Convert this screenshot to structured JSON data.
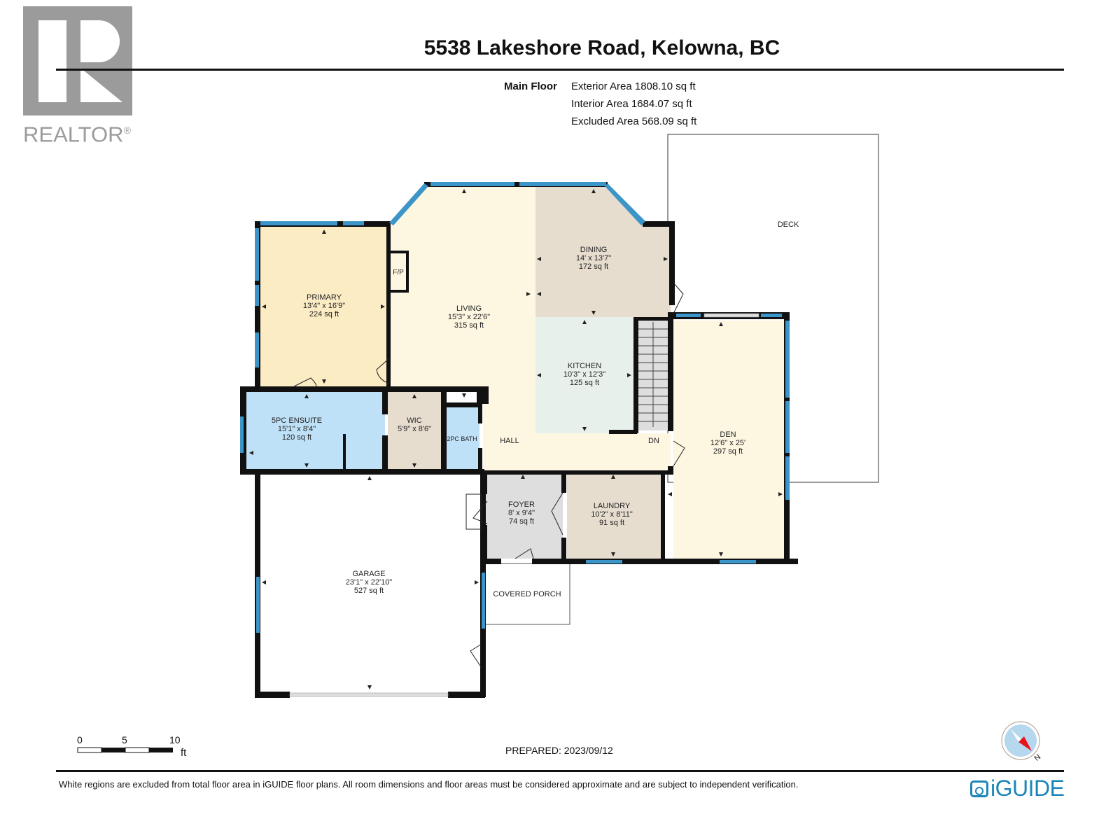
{
  "logo": {
    "word": "REALTOR",
    "mark": "®"
  },
  "header": {
    "title": "5538 Lakeshore Road, Kelowna, BC"
  },
  "summary": {
    "floor_label": "Main Floor",
    "exterior": "Exterior Area 1808.10 sq ft",
    "interior": "Interior Area 1684.07 sq ft",
    "excluded": "Excluded Area 568.09 sq ft"
  },
  "rooms": {
    "primary": {
      "name": "PRIMARY",
      "dims": "13'4\" x 16'9\"",
      "area": "224 sq ft"
    },
    "living": {
      "name": "LIVING",
      "dims": "15'3\" x 22'6\"",
      "area": "315 sq ft"
    },
    "dining": {
      "name": "DINING",
      "dims": "14' x 13'7\"",
      "area": "172 sq ft"
    },
    "kitchen": {
      "name": "KITCHEN",
      "dims": "10'3\" x 12'3\"",
      "area": "125 sq ft"
    },
    "ensuite": {
      "name": "5PC ENSUITE",
      "dims": "15'1\" x 8'4\"",
      "area": "120 sq ft"
    },
    "wic": {
      "name": "WIC",
      "dims": "5'9\" x 8'6\""
    },
    "bath2": {
      "name": "2PC BATH"
    },
    "hall": {
      "name": "HALL"
    },
    "dn": {
      "name": "DN"
    },
    "den": {
      "name": "DEN",
      "dims": "12'6\" x 25'",
      "area": "297 sq ft"
    },
    "foyer": {
      "name": "FOYER",
      "dims": "8' x 9'4\"",
      "area": "74 sq ft"
    },
    "laundry": {
      "name": "LAUNDRY",
      "dims": "10'2\" x 8'11\"",
      "area": "91 sq ft"
    },
    "garage": {
      "name": "GARAGE",
      "dims": "23'1\" x 22'10\"",
      "area": "527 sq ft"
    },
    "porch": {
      "name": "COVERED PORCH"
    },
    "deck": {
      "name": "DECK"
    },
    "fp": {
      "name": "F/P"
    }
  },
  "colors": {
    "primary": "#fbecc4",
    "living": "#fdf6e1",
    "dining": "#e6ddcf",
    "kitchen": "#e7f0ea",
    "ensuite": "#bfe1f7",
    "wic": "#e6ddcf",
    "foyer": "#dedede",
    "laundry": "#e6ddcf",
    "den": "#fdf6e1",
    "window": "#3c95c8",
    "wall": "#111111",
    "brand": "#1a86b8"
  },
  "scale": {
    "ticks": [
      "0",
      "5",
      "10"
    ],
    "unit": "ft"
  },
  "compass": {
    "label": "N"
  },
  "footer": {
    "prepared": "PREPARED: 2023/09/12",
    "disclaimer": "White regions are excluded from total floor area in iGUIDE floor plans. All room dimensions and floor areas must be considered approximate and are subject to independent verification.",
    "brand": "iGUIDE"
  }
}
